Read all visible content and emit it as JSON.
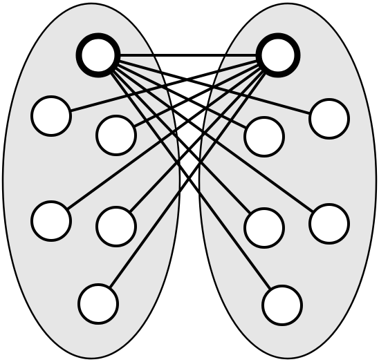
{
  "diagram": {
    "kind": "bipartite-graph",
    "colors": {
      "cluster_fill": "#e6e6e6",
      "stroke": "#000000",
      "node_fill": "#ffffff"
    },
    "clusters": [
      {
        "id": "left"
      },
      {
        "id": "right"
      }
    ],
    "nodes": [
      {
        "id": "L0",
        "cluster": "left",
        "hub": true
      },
      {
        "id": "L1",
        "cluster": "left",
        "hub": false
      },
      {
        "id": "L2",
        "cluster": "left",
        "hub": false
      },
      {
        "id": "L3",
        "cluster": "left",
        "hub": false
      },
      {
        "id": "L4",
        "cluster": "left",
        "hub": false
      },
      {
        "id": "L5",
        "cluster": "left",
        "hub": false
      },
      {
        "id": "R0",
        "cluster": "right",
        "hub": true
      },
      {
        "id": "R1",
        "cluster": "right",
        "hub": false
      },
      {
        "id": "R2",
        "cluster": "right",
        "hub": false
      },
      {
        "id": "R3",
        "cluster": "right",
        "hub": false
      },
      {
        "id": "R4",
        "cluster": "right",
        "hub": false
      },
      {
        "id": "R5",
        "cluster": "right",
        "hub": false
      }
    ],
    "edges": [
      [
        "L0",
        "R0"
      ],
      [
        "L0",
        "R1"
      ],
      [
        "L0",
        "R2"
      ],
      [
        "L0",
        "R3"
      ],
      [
        "L0",
        "R4"
      ],
      [
        "L0",
        "R5"
      ],
      [
        "R0",
        "L1"
      ],
      [
        "R0",
        "L2"
      ],
      [
        "R0",
        "L3"
      ],
      [
        "R0",
        "L4"
      ],
      [
        "R0",
        "L5"
      ]
    ]
  }
}
